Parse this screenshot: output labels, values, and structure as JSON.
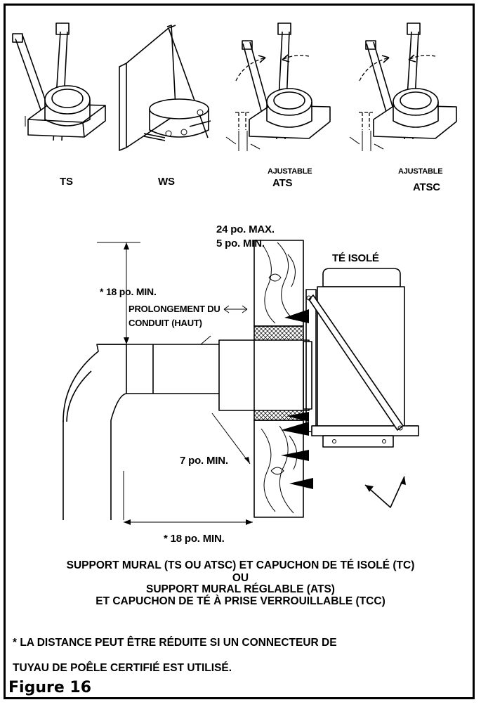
{
  "supports": [
    {
      "code": "TS",
      "prefix": ""
    },
    {
      "code": "WS",
      "prefix": ""
    },
    {
      "code": "ATS",
      "prefix": "AJUSTABLE"
    },
    {
      "code": "ATSC",
      "prefix": "AJUSTABLE"
    }
  ],
  "dimensions": {
    "wall_max": "24 po. MAX.",
    "wall_min": "5 po. MIN.",
    "top_clearance": "* 18 po. MIN.",
    "extension_line1": "PROLONGEMENT DU",
    "extension_line2": "CONDUIT (HAUT)",
    "insulated_tee": "TÉ ISOLÉ",
    "inner_clearance": "7 po. MIN.",
    "horizontal_clearance": "* 18 po. MIN."
  },
  "caption": [
    "SUPPORT MURAL (TS OU ATSC) ET CAPUCHON DE TÉ ISOLÉ (TC)",
    "OU",
    "SUPPORT MURAL RÉGLABLE (ATS)",
    "ET CAPUCHON DE TÉ À PRISE VERROUILLABLE (TCC)"
  ],
  "note": [
    "* LA DISTANCE PEUT ÊTRE RÉDUITE SI UN CONNECTEUR DE",
    "TUYAU DE POÊLE CERTIFIÉ EST UTILISÉ."
  ],
  "figure_title": "Figure 16"
}
